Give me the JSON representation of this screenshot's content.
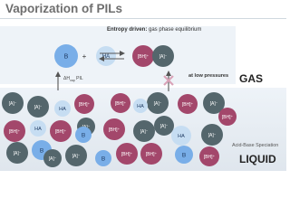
{
  "title": "Vaporization of PILs",
  "gas_phase": {
    "header_bold": "Entropy driven:",
    "header_text": " gas phase equilibrium",
    "species_neutral": [
      "B",
      "+",
      "HA"
    ],
    "species_ion_pair": [
      "[BH]⁺",
      "[A]⁻"
    ],
    "low_pressure_note": "at low pressures",
    "enthalpy_label": "ΔH",
    "enthalpy_sub": "vap",
    "enthalpy_suffix": " PIL",
    "phase_label": "GAS"
  },
  "liquid_phase": {
    "speciation_label": "Acid-Base Speciation",
    "phase_label": "LIQUID"
  },
  "colors": {
    "cation": "#a3476b",
    "anion": "#54666c",
    "base": "#79aee8",
    "acid": "#c6ddf2",
    "blocked_arrow": "#d9a3b8",
    "arrow": "#555555"
  }
}
